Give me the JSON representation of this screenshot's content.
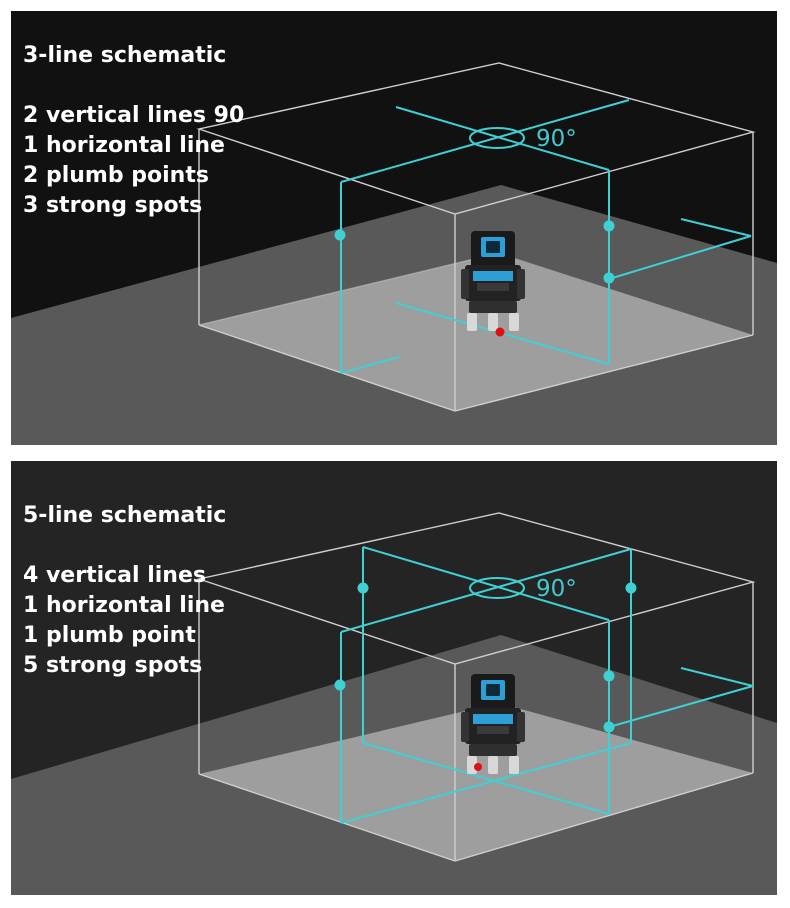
{
  "panels": [
    {
      "title": "3-line schematic",
      "features": [
        "2 vertical lines 90",
        "1 horizontal line",
        "2 plumb points",
        "3 strong spots"
      ],
      "angle_label": "90°"
    },
    {
      "title": "5-line schematic",
      "features": [
        "4 vertical lines",
        "1 horizontal line",
        "1 plumb point",
        "5 strong spots"
      ],
      "angle_label": "90°"
    }
  ],
  "colors": {
    "laser": "#3fd0d4",
    "room_edge": "#c8c8c8",
    "wall": "#121212",
    "floor": "#5a5a5a",
    "plumb_point": "#e01010"
  }
}
